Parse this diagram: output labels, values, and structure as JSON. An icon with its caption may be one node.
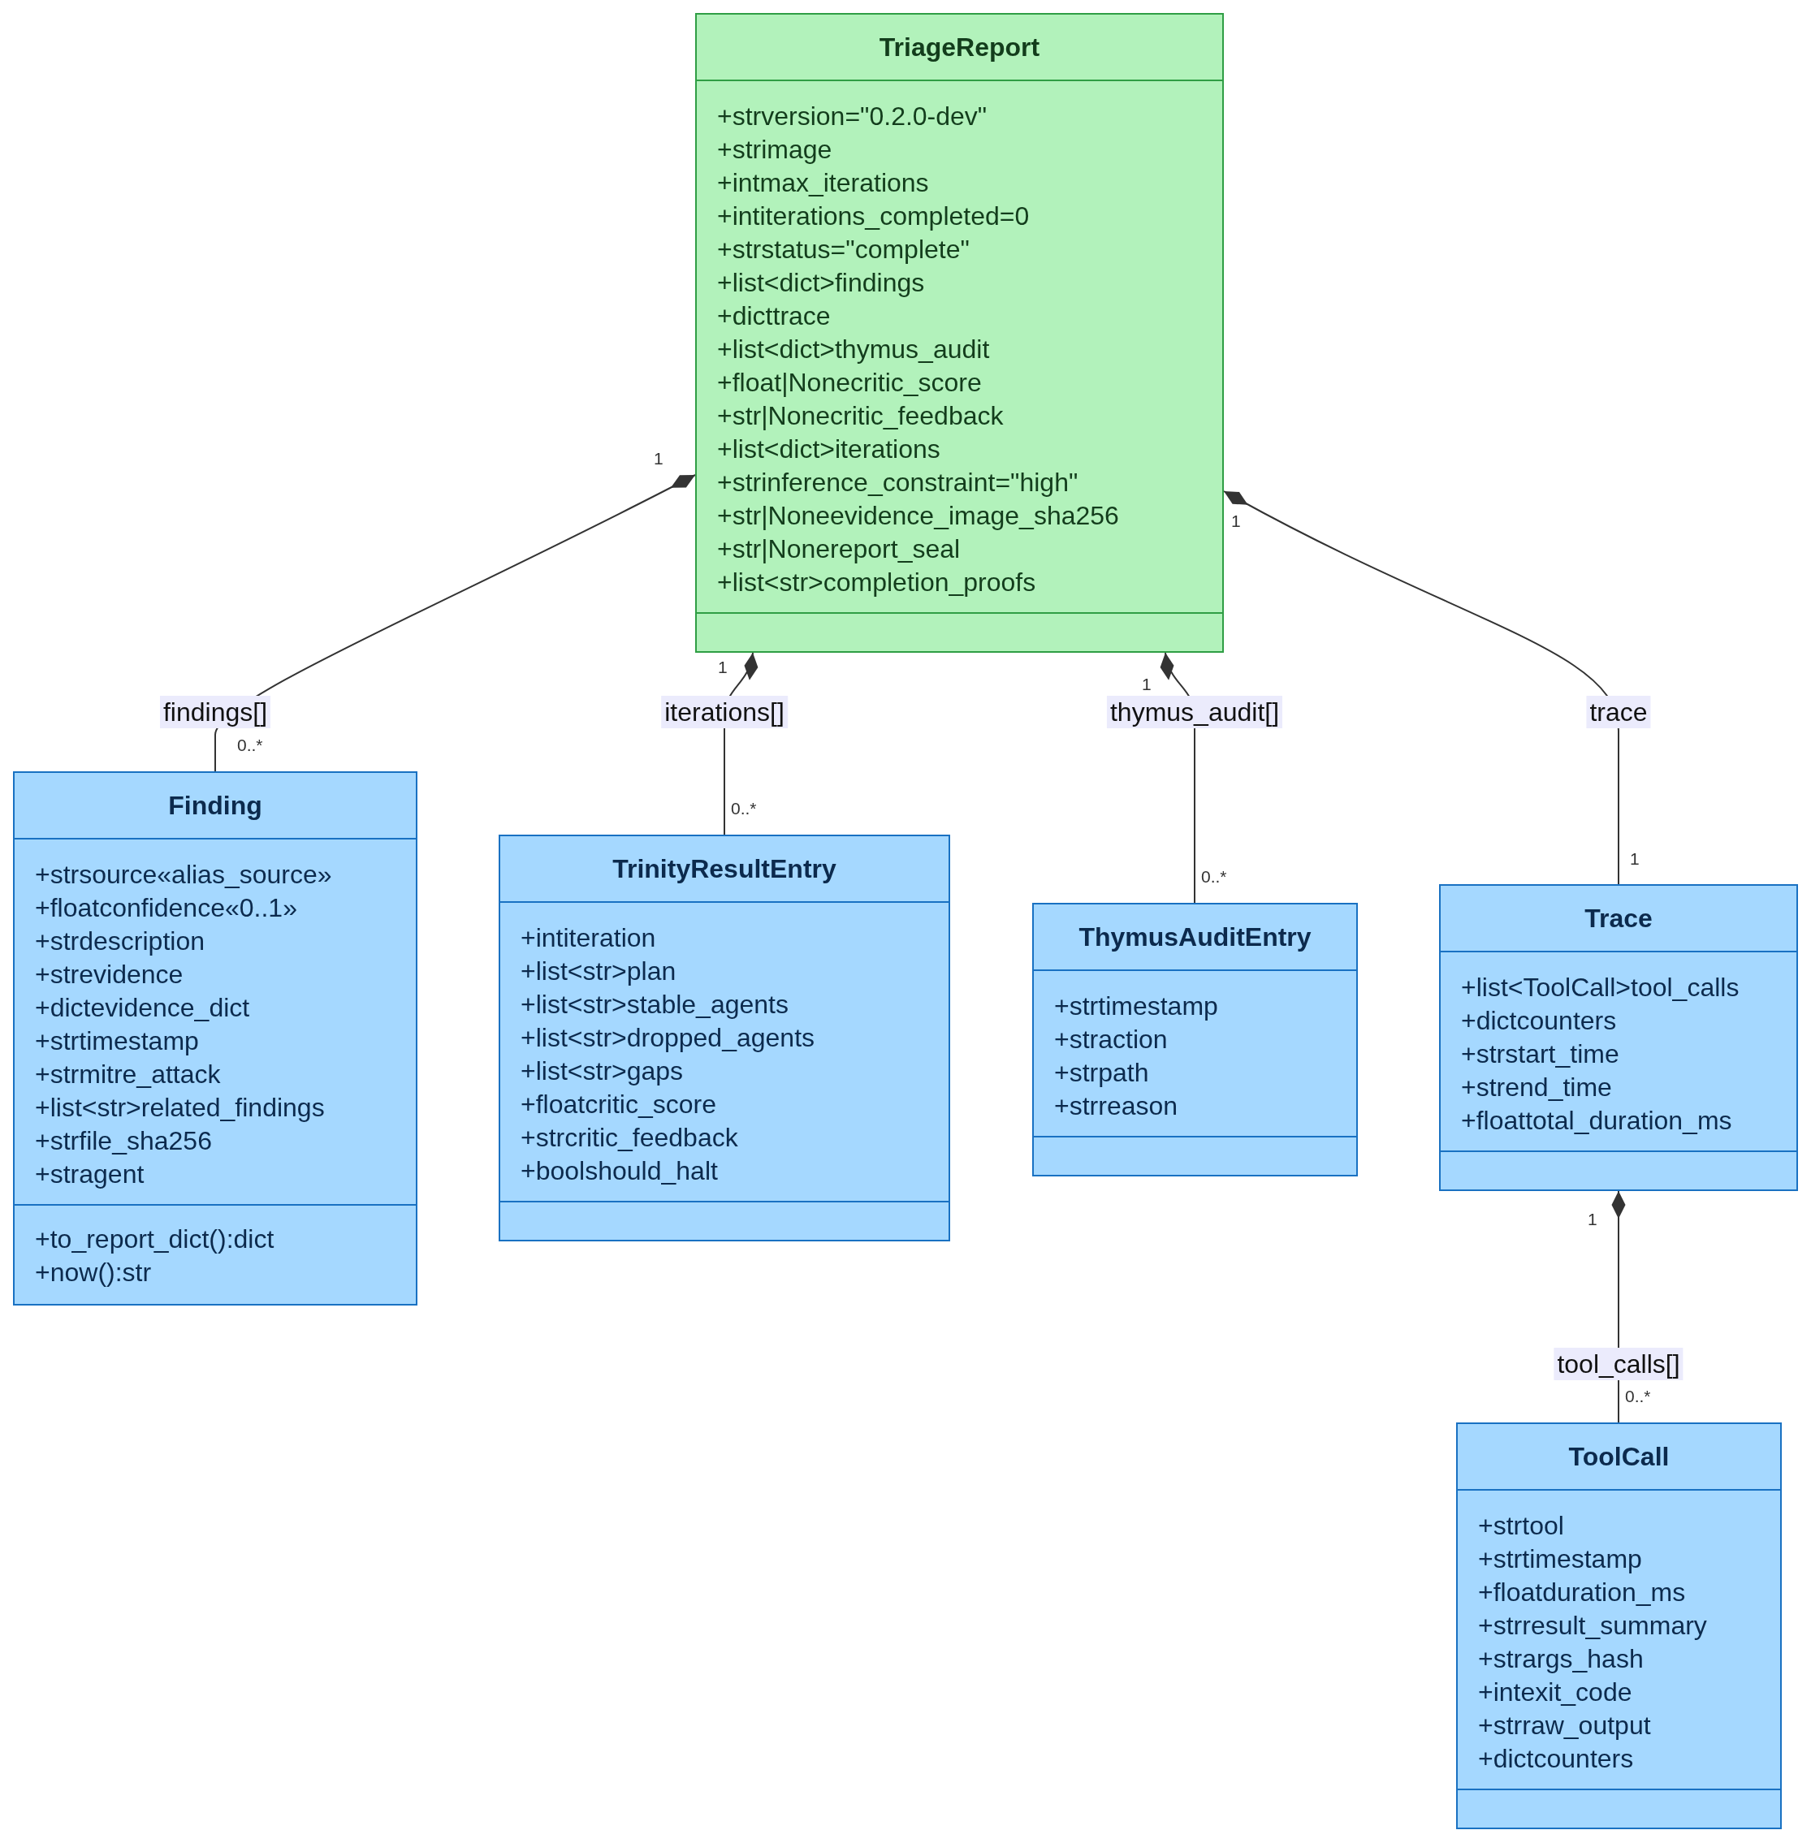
{
  "diagram": {
    "nodes": [
      {
        "text": [
          "TriageReport",
          "+strversion=\"0.2.0-dev\"",
          "+strimage",
          "+intmax_iterations",
          "+intiterations_completed=0",
          "+strstatus=\"complete\"",
          "+list<dict>findings",
          "+dicttrace",
          "+list<dict>thymus_audit",
          "+float|Nonecritic_score",
          "+str|Nonecritic_feedback",
          "+list<dict>iterations",
          "+strinference_constraint=\"high\"",
          "+str|Noneevidence_image_sha256",
          "+str|Nonereport_seal",
          "+list<str>completion_proofs"
        ]
      },
      {
        "text": [
          "Finding",
          "+strsource«alias_source»",
          "+floatconfidence«0..1»",
          "+strdescription",
          "+strevidence",
          "+dictevidence_dict",
          "+strtimestamp",
          "+strmitre_attack",
          "+list<str>related_findings",
          "+strfile_sha256",
          "+stragent",
          "+to_report_dict():dict",
          "+now():str"
        ]
      },
      {
        "text": [
          "TrinityResultEntry",
          "+intiteration",
          "+list<str>plan",
          "+list<str>stable_agents",
          "+list<str>dropped_agents",
          "+list<str>gaps",
          "+floatcritic_score",
          "+strcritic_feedback",
          "+boolshould_halt"
        ]
      },
      {
        "text": [
          "ThymusAuditEntry",
          "+strtimestamp",
          "+straction",
          "+strpath",
          "+strreason"
        ]
      },
      {
        "text": [
          "Trace",
          "+list<ToolCall>tool_calls",
          "+dictcounters",
          "+strstart_time",
          "+strend_time",
          "+floattotal_duration_ms"
        ]
      },
      {
        "text": [
          "ToolCall",
          "+strtool",
          "+strtimestamp",
          "+floatduration_ms",
          "+strresult_summary",
          "+strargs_hash",
          "+intexit_code",
          "+strraw_output",
          "+dictcounters"
        ]
      }
    ],
    "edges": [
      {
        "from": 0,
        "to": 1,
        "arrow": "other",
        "label": "findings[]"
      },
      {
        "from": 0,
        "to": 2,
        "arrow": "other",
        "label": "iterations[]"
      },
      {
        "from": 0,
        "to": 3,
        "arrow": "other",
        "label": "thymus_audit[]"
      },
      {
        "from": 0,
        "to": 4,
        "arrow": "other",
        "label": "trace"
      },
      {
        "from": 4,
        "to": 5,
        "arrow": "other",
        "label": "tool_calls[]"
      }
    ],
    "labels": [
      "1",
      "1",
      "1",
      "1",
      "0..*",
      "0..*",
      "1",
      "0..*",
      "1",
      "0..*"
    ]
  }
}
